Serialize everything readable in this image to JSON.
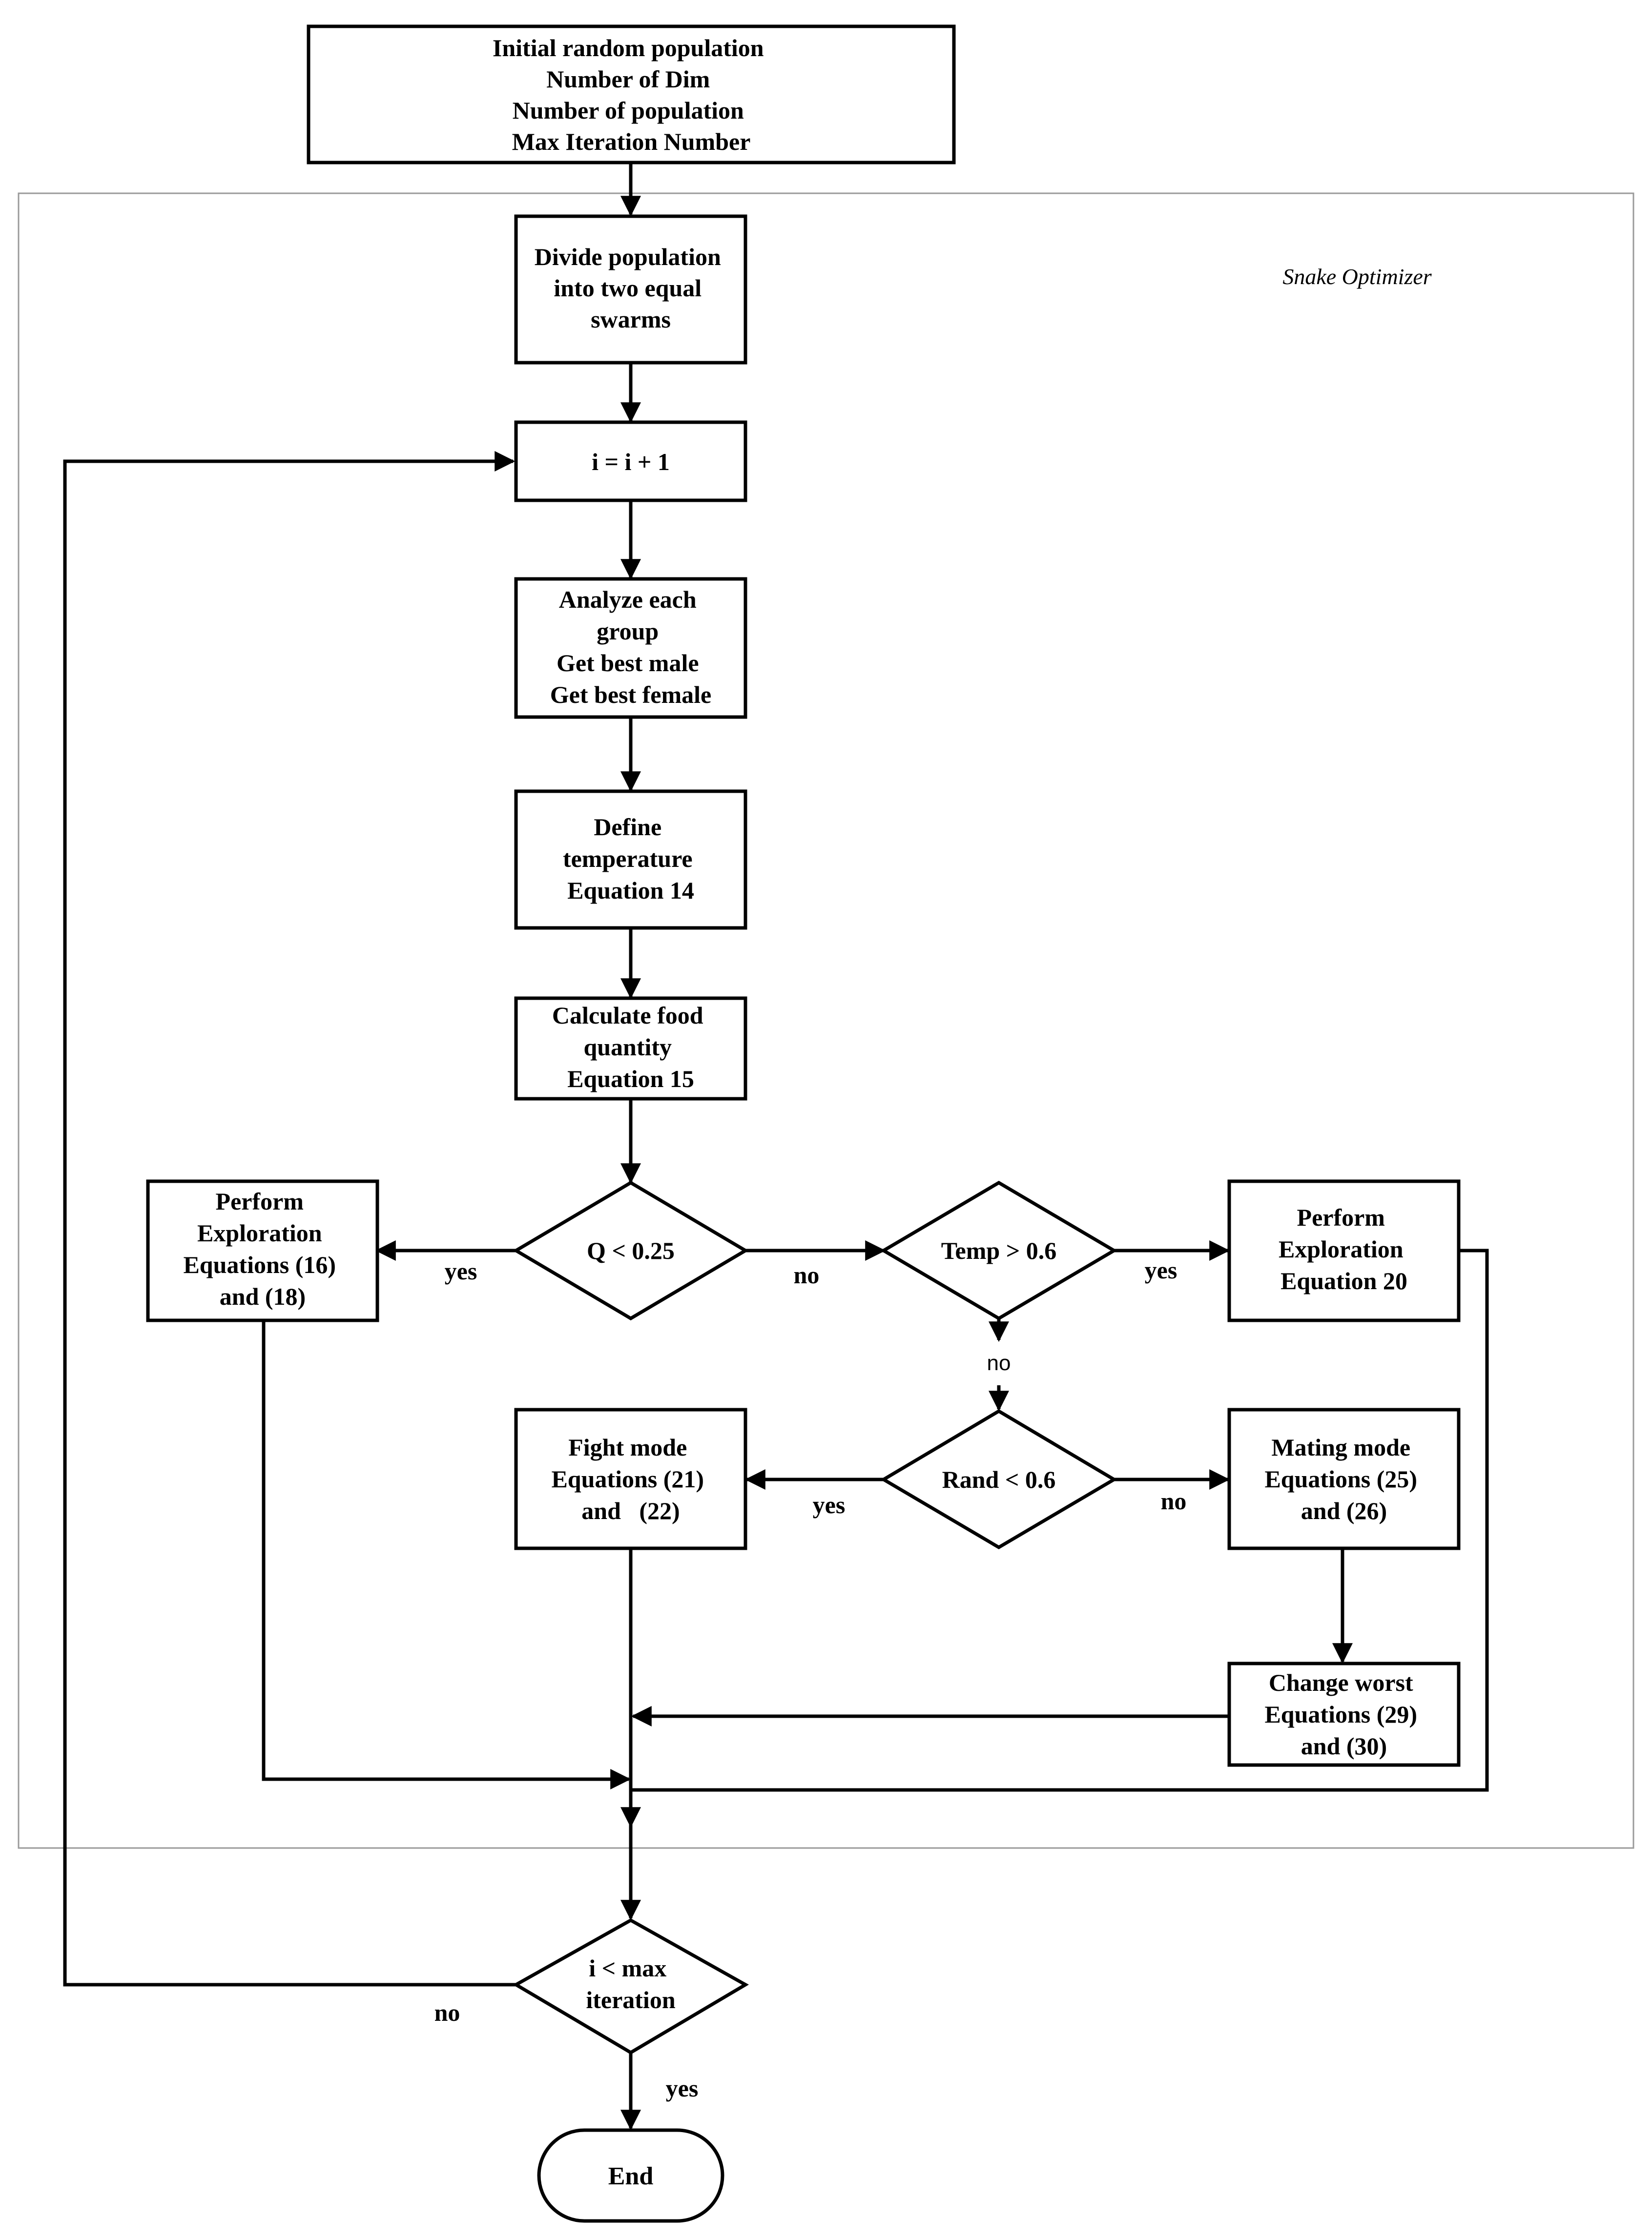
{
  "group_label": "Snake Optimizer",
  "nodes": {
    "init": [
      "Initial random population",
      "Number of Dim",
      "Number of population",
      "Max Iteration Number"
    ],
    "divide": [
      "Divide population",
      "into two equal",
      "swarms"
    ],
    "increment": [
      "i = i + 1"
    ],
    "analyze": [
      "Analyze each",
      "group",
      "Get best male",
      "Get best female"
    ],
    "temperature": [
      "Define",
      "temperature",
      "Equation 14"
    ],
    "food": [
      "Calculate food",
      "quantity",
      "Equation 15"
    ],
    "q_check": [
      "Q < 0.25"
    ],
    "explore_left": [
      "Perform",
      "Exploration",
      "Equations (16)",
      "and (18)"
    ],
    "temp_check": [
      "Temp > 0.6"
    ],
    "explore_right": [
      "Perform",
      "Exploration",
      "Equation 20"
    ],
    "rand_check": [
      "Rand < 0.6"
    ],
    "fight": [
      "Fight mode",
      "Equations (21)",
      "and   (22)"
    ],
    "mating": [
      "Mating mode",
      "Equations (25)",
      "and (26)"
    ],
    "change_worst": [
      "Change worst",
      "Equations (29)",
      "and (30)"
    ],
    "max_check": [
      "i < max",
      "iteration"
    ],
    "end": [
      "End"
    ]
  },
  "edge_labels": {
    "q_yes": "yes",
    "q_no": "no",
    "temp_yes": "yes",
    "temp_no": "no",
    "rand_yes": "yes",
    "rand_no": "no",
    "max_no": "no",
    "max_yes": "yes"
  },
  "connections": [
    {
      "from": "init",
      "to": "divide"
    },
    {
      "from": "divide",
      "to": "increment"
    },
    {
      "from": "increment",
      "to": "analyze"
    },
    {
      "from": "analyze",
      "to": "temperature"
    },
    {
      "from": "temperature",
      "to": "food"
    },
    {
      "from": "food",
      "to": "q_check"
    },
    {
      "from": "q_check",
      "to": "explore_left",
      "label": "yes"
    },
    {
      "from": "q_check",
      "to": "temp_check",
      "label": "no"
    },
    {
      "from": "temp_check",
      "to": "explore_right",
      "label": "yes"
    },
    {
      "from": "temp_check",
      "to": "rand_check",
      "label": "no"
    },
    {
      "from": "rand_check",
      "to": "fight",
      "label": "yes"
    },
    {
      "from": "rand_check",
      "to": "mating",
      "label": "no"
    },
    {
      "from": "mating",
      "to": "change_worst"
    },
    {
      "from": "explore_left",
      "to": "max_check"
    },
    {
      "from": "fight",
      "to": "max_check"
    },
    {
      "from": "change_worst",
      "to": "max_check"
    },
    {
      "from": "explore_right",
      "to": "max_check"
    },
    {
      "from": "max_check",
      "to": "increment",
      "label": "no"
    },
    {
      "from": "max_check",
      "to": "end",
      "label": "yes"
    }
  ]
}
